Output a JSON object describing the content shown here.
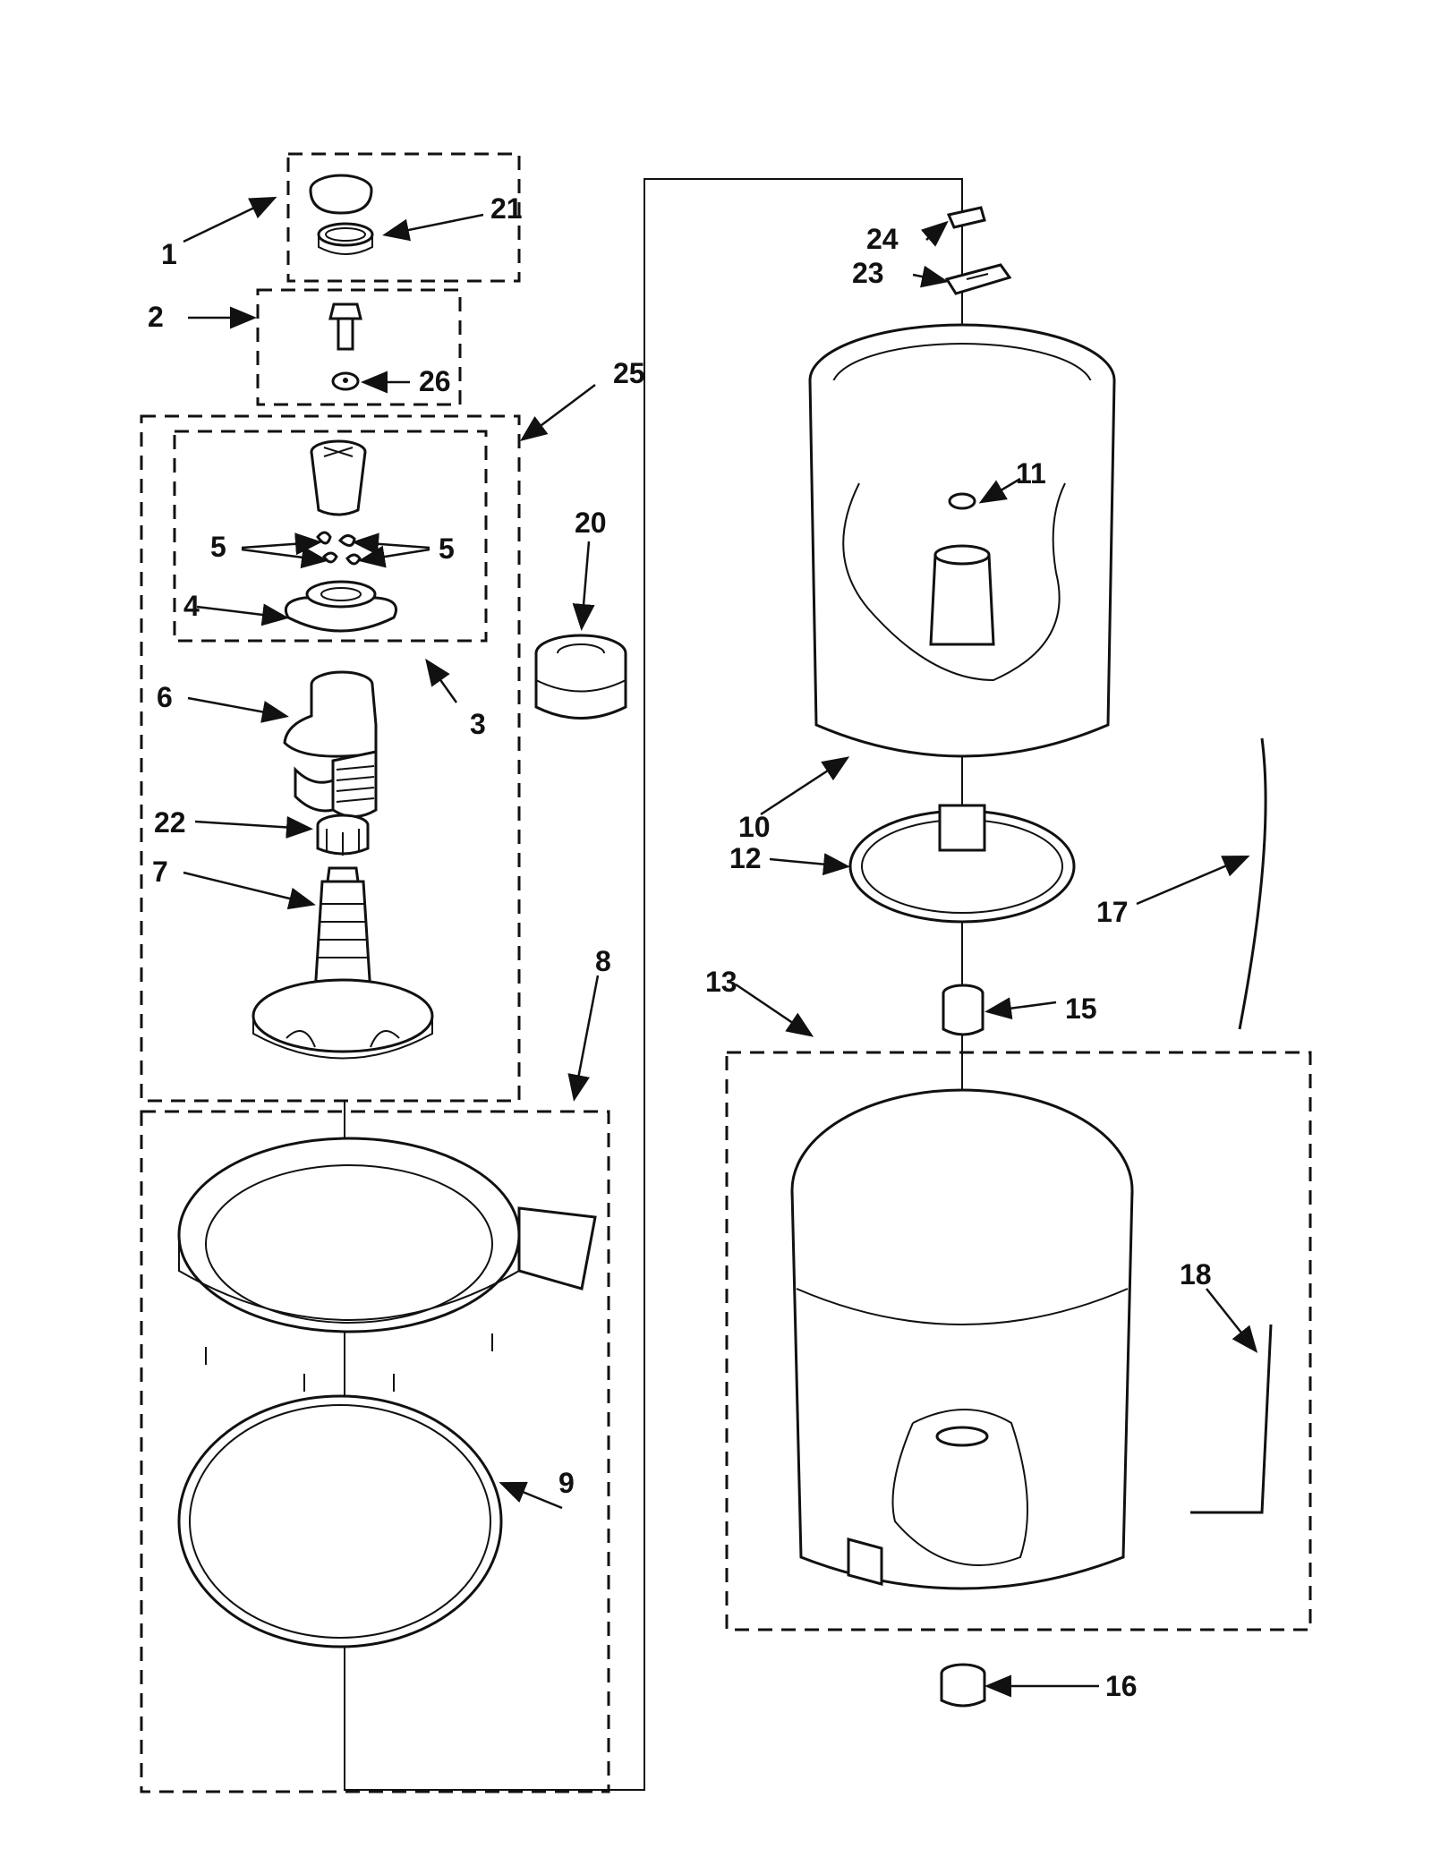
{
  "diagram": {
    "callouts": {
      "c1": "1",
      "c2": "2",
      "c3": "3",
      "c4": "4",
      "c5a": "5",
      "c5b": "5",
      "c6": "6",
      "c7": "7",
      "c8": "8",
      "c9": "9",
      "c10": "10",
      "c11": "11",
      "c12": "12",
      "c13": "13",
      "c15": "15",
      "c16": "16",
      "c17": "17",
      "c18": "18",
      "c20": "20",
      "c21": "21",
      "c22": "22",
      "c23": "23",
      "c24": "24",
      "c25": "25",
      "c26": "26"
    }
  }
}
